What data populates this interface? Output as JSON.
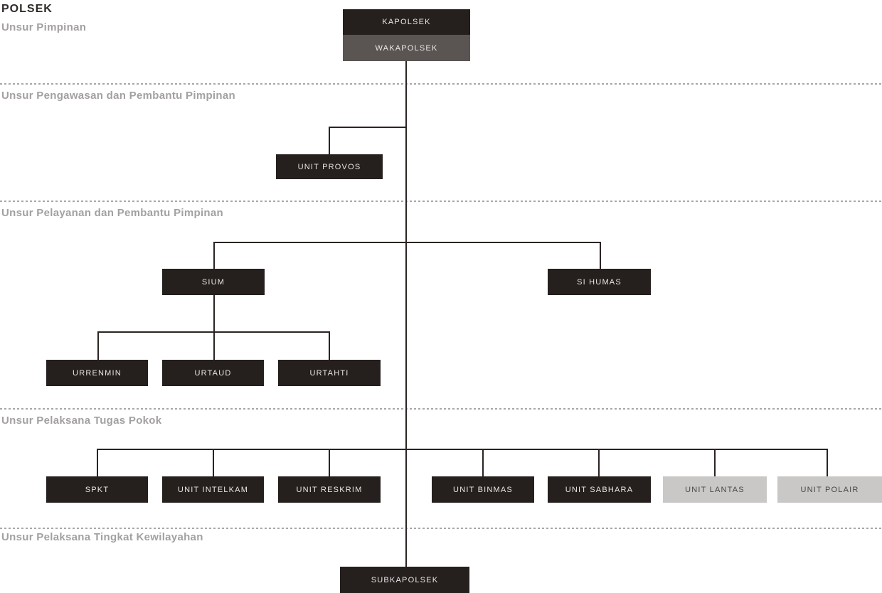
{
  "title": "POLSEK",
  "sections": [
    {
      "label": "Unsur Pimpinan"
    },
    {
      "label": "Unsur Pengawasan dan Pembantu Pimpinan"
    },
    {
      "label": "Unsur Pelayanan dan Pembantu Pimpinan"
    },
    {
      "label": "Unsur Pelaksana Tugas Pokok"
    },
    {
      "label": "Unsur Pelaksana Tingkat Kewilayahan"
    }
  ],
  "nodes": {
    "kapolsek": {
      "label": "KAPOLSEK",
      "style": "dark"
    },
    "wakapolsek": {
      "label": "WAKAPOLSEK",
      "style": "gray"
    },
    "unit_provos": {
      "label": "UNIT PROVOS",
      "style": "dark"
    },
    "sium": {
      "label": "SIUM",
      "style": "dark"
    },
    "si_humas": {
      "label": "SI HUMAS",
      "style": "dark"
    },
    "urrenmin": {
      "label": "URRENMIN",
      "style": "dark"
    },
    "urtaud": {
      "label": "URTAUD",
      "style": "dark"
    },
    "urtahti": {
      "label": "URTAHTI",
      "style": "dark"
    },
    "spkt": {
      "label": "SPKT",
      "style": "dark"
    },
    "unit_intelkam": {
      "label": "UNIT INTELKAM",
      "style": "dark"
    },
    "unit_reskrim": {
      "label": "UNIT RESKRIM",
      "style": "dark"
    },
    "unit_binmas": {
      "label": "UNIT BINMAS",
      "style": "dark"
    },
    "unit_sabhara": {
      "label": "UNIT SABHARA",
      "style": "dark"
    },
    "unit_lantas": {
      "label": "UNIT LANTAS",
      "style": "light"
    },
    "unit_polair": {
      "label": "UNIT POLAIR",
      "style": "light"
    },
    "subkapolsek": {
      "label": "SUBKAPOLSEK",
      "style": "dark"
    }
  },
  "hierarchy": {
    "kapolsek": [
      "wakapolsek"
    ],
    "wakapolsek": [
      "unit_provos",
      "sium",
      "si_humas",
      "spkt",
      "unit_intelkam",
      "unit_reskrim",
      "unit_binmas",
      "unit_sabhara",
      "unit_lantas",
      "unit_polair",
      "subkapolsek"
    ],
    "sium": [
      "urrenmin",
      "urtaud",
      "urtahti"
    ]
  },
  "colors": {
    "title_color": "#2d2927",
    "heading_color": "#a3a09f",
    "divider_color": "#a9a7a6",
    "line_color": "#2b2422",
    "box_dark_bg": "#251f1e",
    "box_dark_text": "#e9e7e6",
    "box_gray_bg": "#5a5553",
    "box_light_bg": "#c9c8c7",
    "box_light_text": "#4b4745"
  }
}
